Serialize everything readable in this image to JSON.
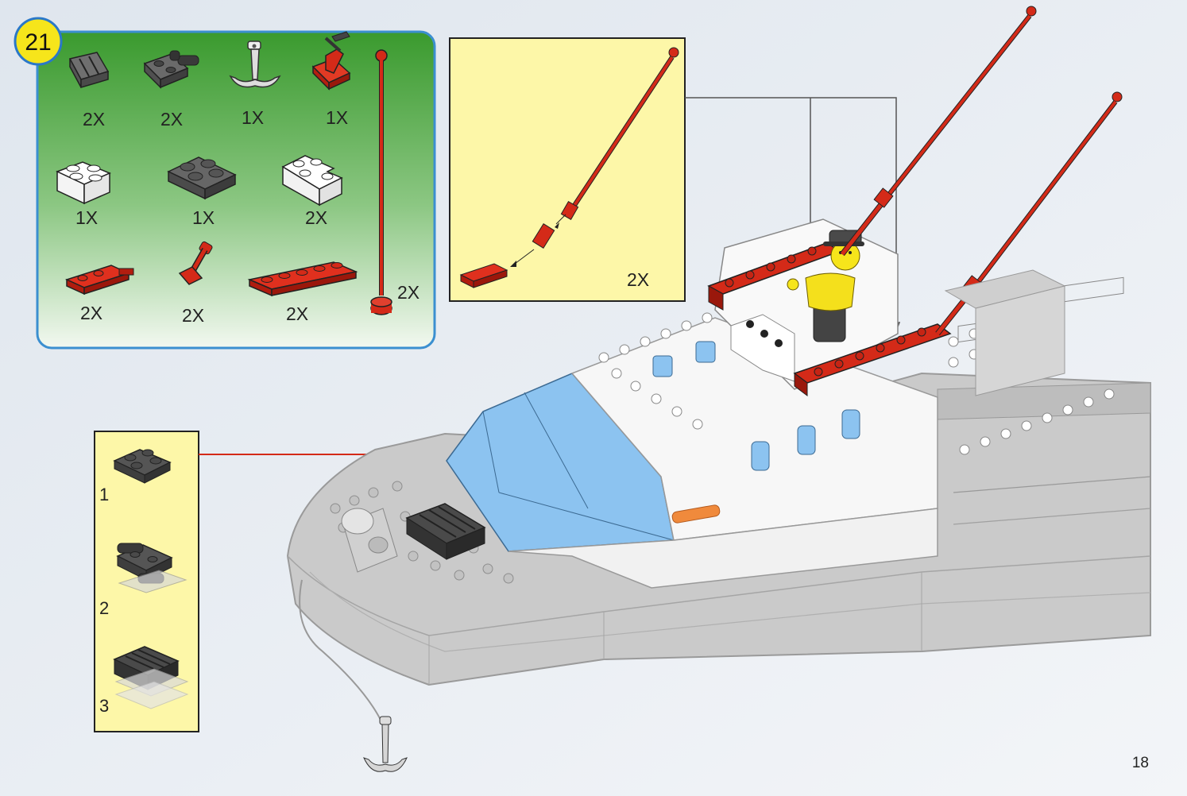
{
  "page_number": "18",
  "step": {
    "number": "21"
  },
  "parts_list": [
    {
      "icon": "grille-plate-icon",
      "quantity": "2X"
    },
    {
      "icon": "hinge-plate-icon",
      "quantity": "2X"
    },
    {
      "icon": "anchor-icon",
      "quantity": "1X"
    },
    {
      "icon": "lever-base-icon",
      "quantity": "1X"
    },
    {
      "icon": "brick-2x2-white-icon",
      "quantity": "1X"
    },
    {
      "icon": "plate-2x2-dark-icon",
      "quantity": "1X"
    },
    {
      "icon": "corner-brick-white-icon",
      "quantity": "2X"
    },
    {
      "icon": "plate-clip-red-icon",
      "quantity": "2X"
    },
    {
      "icon": "antenna-joint-icon",
      "quantity": "2X"
    },
    {
      "icon": "plate-1x6-red-icon",
      "quantity": "2X"
    },
    {
      "icon": "antenna-pole-icon",
      "quantity": "2X"
    }
  ],
  "antenna_subassembly": {
    "quantity": "2X"
  },
  "hinge_subassembly": {
    "steps": [
      "1",
      "2",
      "3"
    ]
  },
  "colors": {
    "panel_green": "#3a9a2e",
    "callout_yellow": "#fdf7a8",
    "brick_red": "#d42a18",
    "hull_gray": "#c9c9c9",
    "window_blue": "#8cc3f0",
    "step_badge": "#f6e51b"
  }
}
